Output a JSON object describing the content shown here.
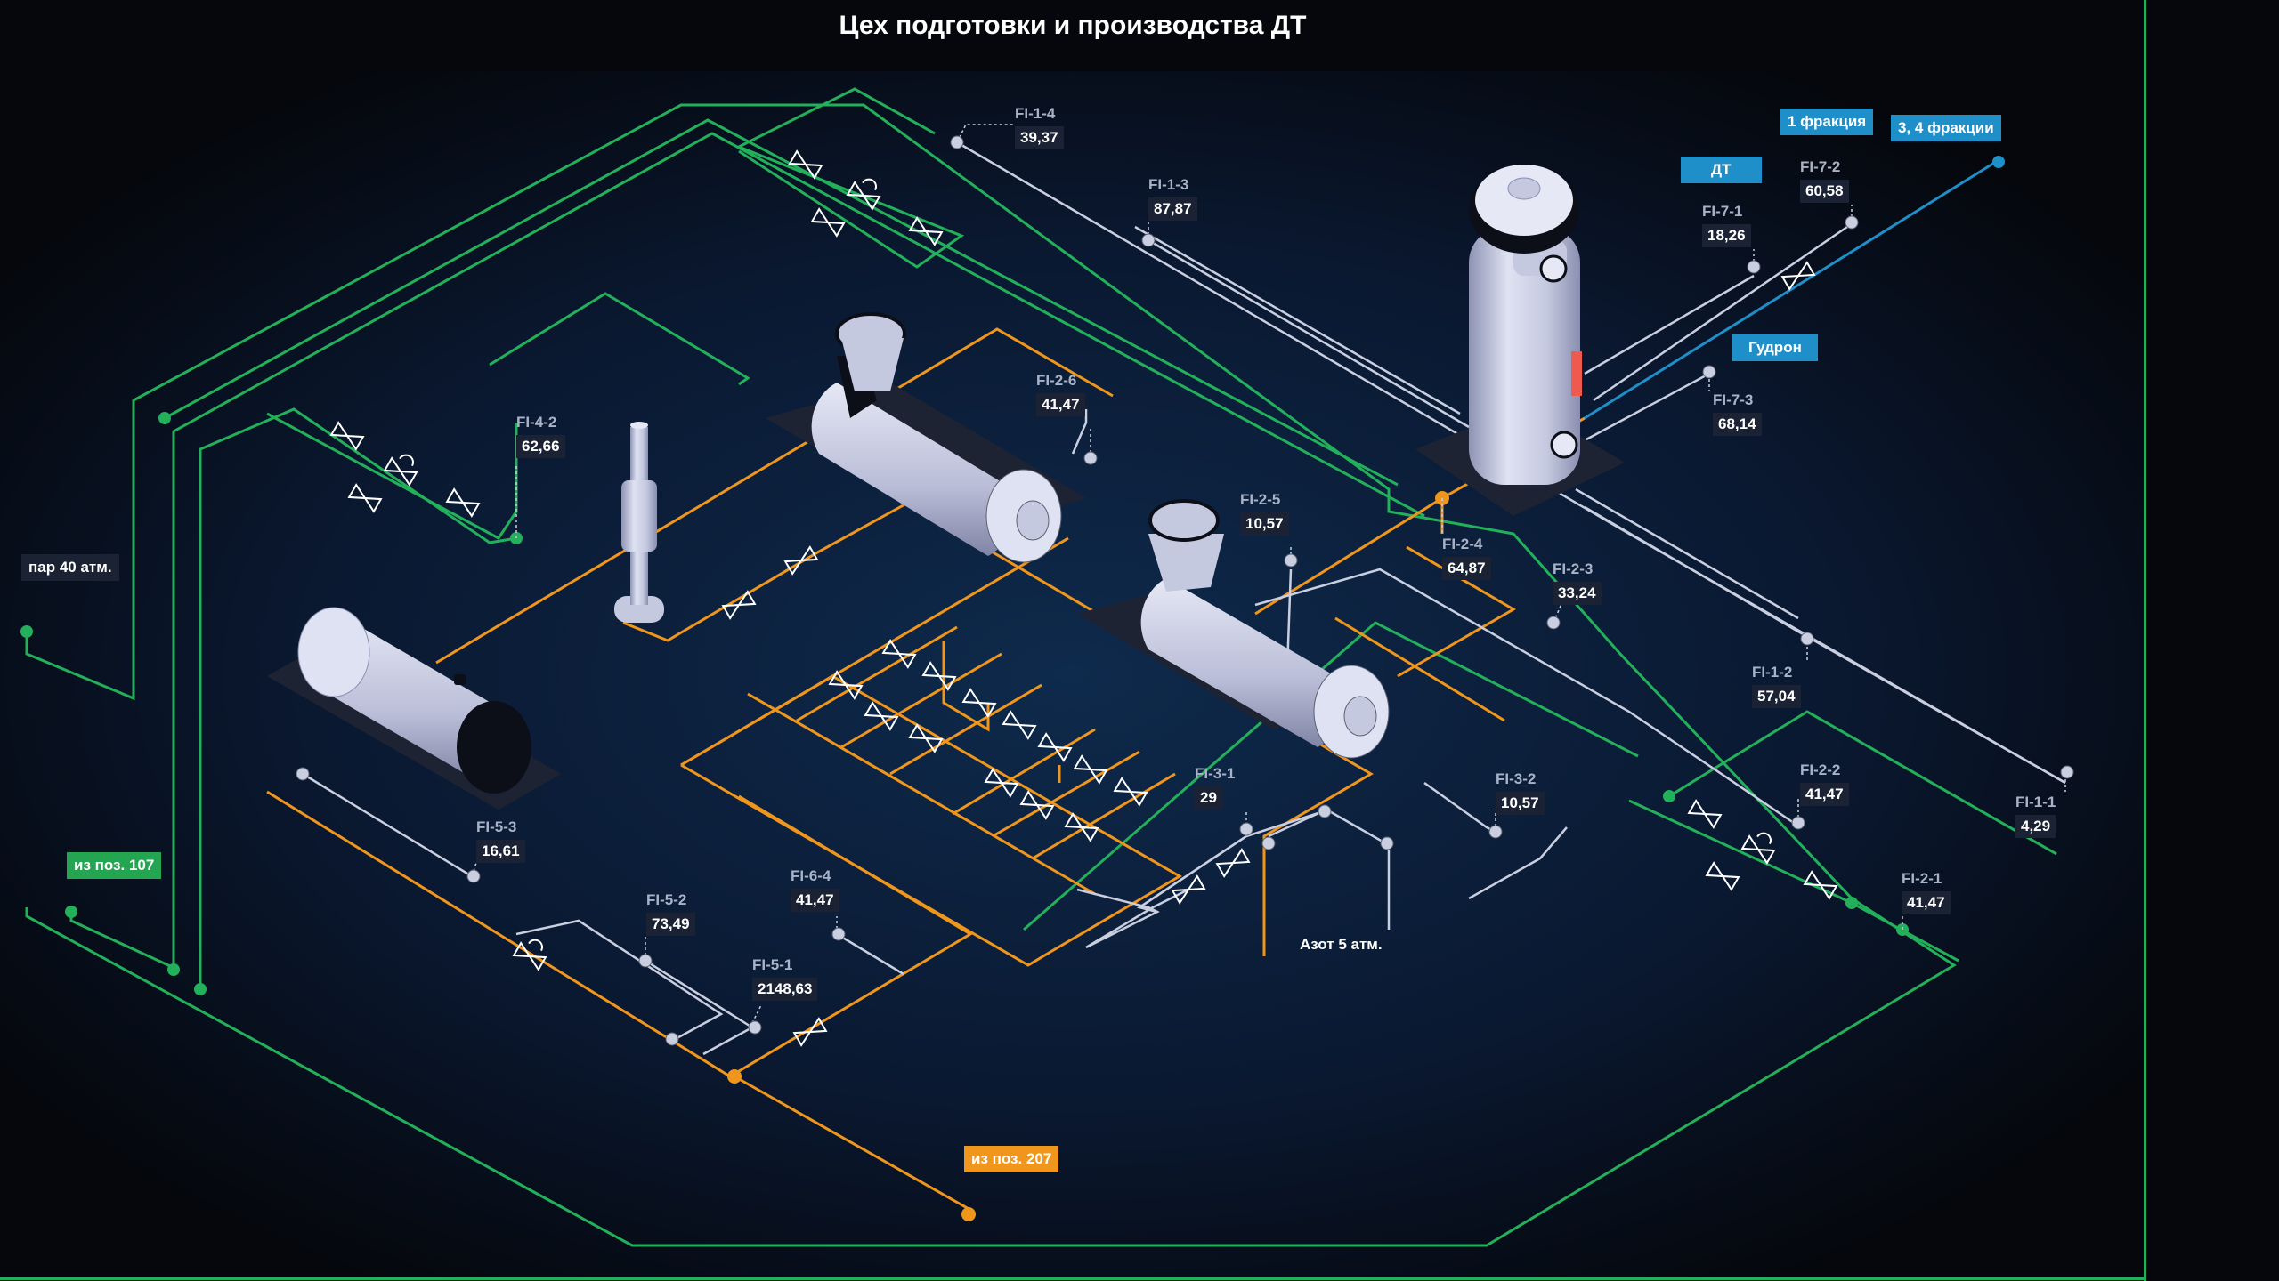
{
  "title": "Цех подготовки и производства ДТ",
  "colors": {
    "steam": "#23b05a",
    "product": "#f0961c",
    "gas": "#c9cfe0",
    "light_fraction": "#1f8fc9",
    "background": "#05070c"
  },
  "streams": {
    "steam_label": "пар 40 атм.",
    "from_107": "из поз. 107",
    "from_207": "из поз. 207",
    "nitrogen": "Азот 5 атм.",
    "dt": "ДТ",
    "fraction_1": "1 фракция",
    "fractions_3_4": "3, 4 фракции",
    "tar": "Гудрон"
  },
  "flow_indicators": [
    {
      "id": "FI-1-4",
      "value": "39,37"
    },
    {
      "id": "FI-1-3",
      "value": "87,87"
    },
    {
      "id": "FI-7-2",
      "value": "60,58"
    },
    {
      "id": "FI-7-1",
      "value": "18,26"
    },
    {
      "id": "FI-7-3",
      "value": "68,14"
    },
    {
      "id": "FI-2-6",
      "value": "41,47"
    },
    {
      "id": "FI-4-2",
      "value": "62,66"
    },
    {
      "id": "FI-2-5",
      "value": "10,57"
    },
    {
      "id": "FI-2-4",
      "value": "64,87"
    },
    {
      "id": "FI-2-3",
      "value": "33,24"
    },
    {
      "id": "FI-1-2",
      "value": "57,04"
    },
    {
      "id": "FI-3-1",
      "value": "29"
    },
    {
      "id": "FI-3-2",
      "value": "10,57"
    },
    {
      "id": "FI-2-2",
      "value": "41,47"
    },
    {
      "id": "FI-1-1",
      "value": "4,29"
    },
    {
      "id": "FI-5-3",
      "value": "16,61"
    },
    {
      "id": "FI-5-2",
      "value": "73,49"
    },
    {
      "id": "FI-6-4",
      "value": "41,47"
    },
    {
      "id": "FI-5-1",
      "value": "2148,63"
    },
    {
      "id": "FI-2-1",
      "value": "41,47"
    }
  ]
}
